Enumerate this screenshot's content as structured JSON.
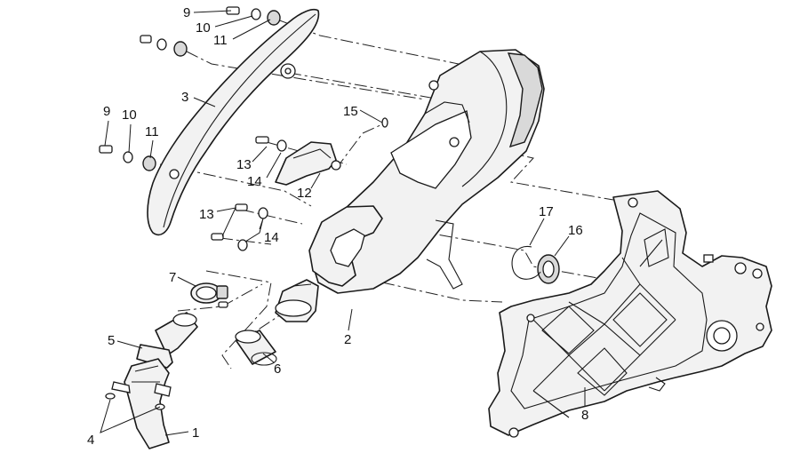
{
  "callouts": {
    "c1": "1",
    "c2": "2",
    "c3": "3",
    "c4": "4",
    "c5": "5",
    "c6": "6",
    "c7": "7",
    "c8": "8",
    "c9a": "9",
    "c9b": "9",
    "c10a": "10",
    "c10b": "10",
    "c11a": "11",
    "c11b": "11",
    "c12": "12",
    "c13a": "13",
    "c13b": "13",
    "c14a": "14",
    "c14b": "14",
    "c15": "15",
    "c16": "16",
    "c17": "17"
  }
}
